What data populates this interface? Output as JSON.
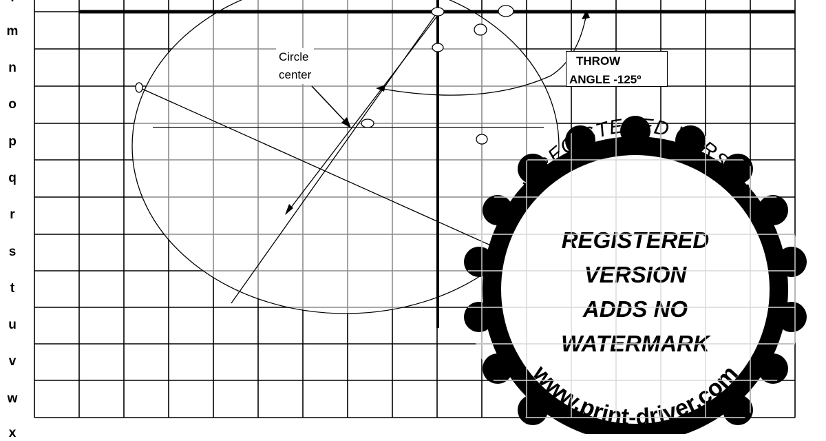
{
  "diagram": {
    "row_labels": [
      "l",
      "m",
      "n",
      "o",
      "p",
      "q",
      "r",
      "s",
      "t",
      "u",
      "v",
      "w",
      "x"
    ],
    "callouts": {
      "circle_center_line1": "Circle",
      "circle_center_line2": "center",
      "throw_line1": "THROW",
      "throw_line2": "ANGLE -125º"
    },
    "watermark": {
      "arc_top": "UNREGISTERED VERSION",
      "line1": "REGISTERED",
      "line2": "VERSION",
      "line3": "ADDS NO",
      "line4": "WATERMARK",
      "arc_bottom": "www.print-driver.com"
    },
    "colors": {
      "ink": "#000000",
      "grid_light": "#808080",
      "background": "#ffffff"
    }
  }
}
